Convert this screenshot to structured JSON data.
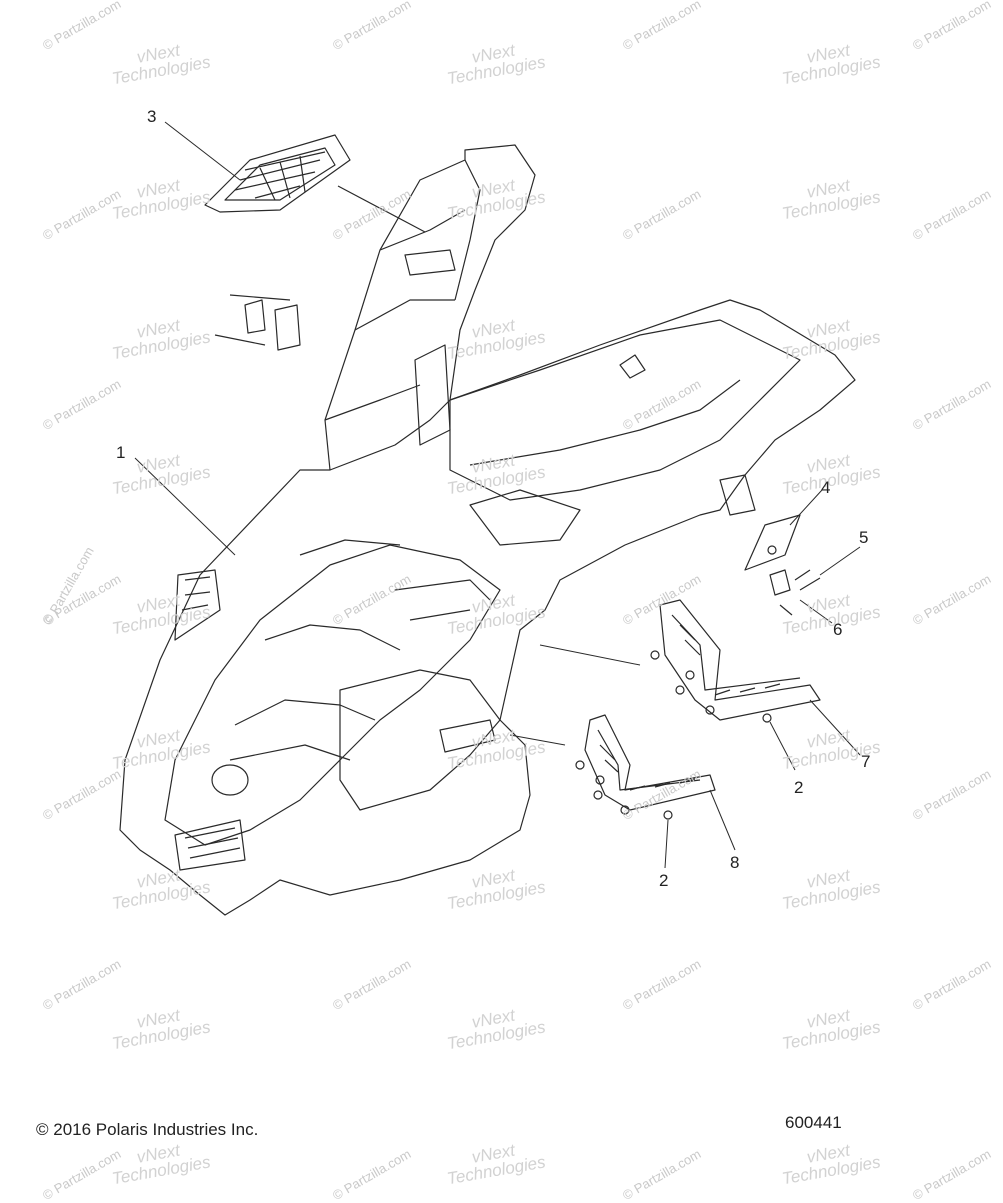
{
  "watermarks": {
    "partzilla": "© Partzilla.com",
    "vnext_line1": "vNext",
    "vnext_line2": "Technologies"
  },
  "callouts": {
    "c1": "1",
    "c2a": "2",
    "c2b": "2",
    "c3": "3",
    "c4": "4",
    "c5": "5",
    "c6": "6",
    "c7": "7",
    "c8": "8"
  },
  "footer": {
    "copyright": "© 2016 Polaris Industries Inc.",
    "diagram_number": "600441"
  },
  "colors": {
    "line": "#2a2a2a",
    "watermark": "#c9c9c9"
  }
}
